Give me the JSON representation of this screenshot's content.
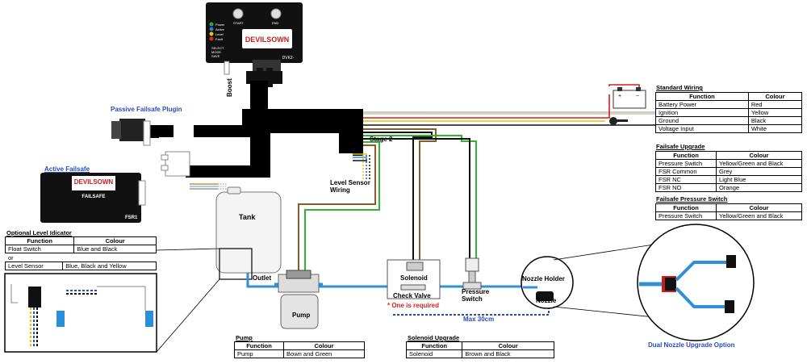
{
  "controller": {
    "brand": "DEVILSOWN",
    "model": "DVK2-",
    "knob_start": "START",
    "knob_end": "END",
    "leds": [
      "Power",
      "Active",
      "Level",
      "Fault"
    ],
    "buttons": [
      "SELECT",
      "MODE",
      "SAVE"
    ],
    "leds_colors": [
      "#2fa84f",
      "#2a7bd6",
      "#e6c800",
      "#d62a2a"
    ]
  },
  "labels": {
    "boost": "Boost",
    "passive_failsafe": "Passive Failsafe Plugin",
    "active_failsafe": "Active Failsafe",
    "failsafe_brand": "DEVILSOWN",
    "failsafe_text": "FAILSAFE",
    "failsafe_model": "FSR1",
    "stage2": "Stage 2",
    "level_sensor_wiring": "Level Sensor\nWiring",
    "tank": "Tank",
    "outlet": "Outlet",
    "pump": "Pump",
    "solenoid": "Solenoid",
    "check_valve": "Check Valve",
    "one_required": "* One is required",
    "pressure_switch": "Pressure\nSwitch",
    "nozzle_holder": "Nozzle Holder",
    "nozzle": "Nozzle",
    "max_30cm": "Max 30cm",
    "dual_nozzle": "Dual Nozzle Upgrade Option",
    "or": "or"
  },
  "standard_wiring": {
    "title": "Standard Wiring",
    "headers": [
      "Function",
      "Colour"
    ],
    "rows": [
      [
        "Battery Power",
        "Red"
      ],
      [
        "Ignition",
        "Yellow"
      ],
      [
        "Ground",
        "Black"
      ],
      [
        "Voltage Input",
        "White"
      ]
    ]
  },
  "failsafe_upgrade": {
    "title": "Failsafe Upgrade",
    "headers": [
      "Function",
      "Colour"
    ],
    "rows": [
      [
        "Pressure Switch",
        "Yellow/Green and Black"
      ],
      [
        "FSR Common",
        "Grey"
      ],
      [
        "FSR NC",
        "Light Blue"
      ],
      [
        "FSR NO",
        "Orange"
      ]
    ]
  },
  "failsafe_pressure_switch": {
    "title": "Failsafe Pressure Switch",
    "headers": [
      "Function",
      "Colour"
    ],
    "rows": [
      [
        "Pressure Switch",
        "Yellow/Green and Black"
      ]
    ]
  },
  "level_indicator": {
    "title": "Optional Level Idicator",
    "headers": [
      "Function",
      "Colour"
    ],
    "rows_top": [
      [
        "Float Switch",
        "Blue and Black"
      ]
    ],
    "rows_bottom": [
      [
        "Level Sensor",
        "Blue, Black and Yellow"
      ]
    ]
  },
  "pump_table": {
    "title": "Pump",
    "headers": [
      "Function",
      "Colour"
    ],
    "rows": [
      [
        "Pump",
        "Bown and Green"
      ]
    ]
  },
  "solenoid_table": {
    "title": "Solenoid Upgrade",
    "headers": [
      "Function",
      "Colour"
    ],
    "rows": [
      [
        "Solenoid",
        "Brown and Black"
      ]
    ]
  },
  "colors": {
    "hose": "#2f8fd8",
    "harness": "#000000",
    "title_blue": "#2a4bbd",
    "required_red": "#e02020",
    "wire_red": "#d41e1e",
    "wire_yellow": "#e8c400",
    "wire_green": "#2fb52f",
    "wire_brown": "#8a5a2b"
  }
}
